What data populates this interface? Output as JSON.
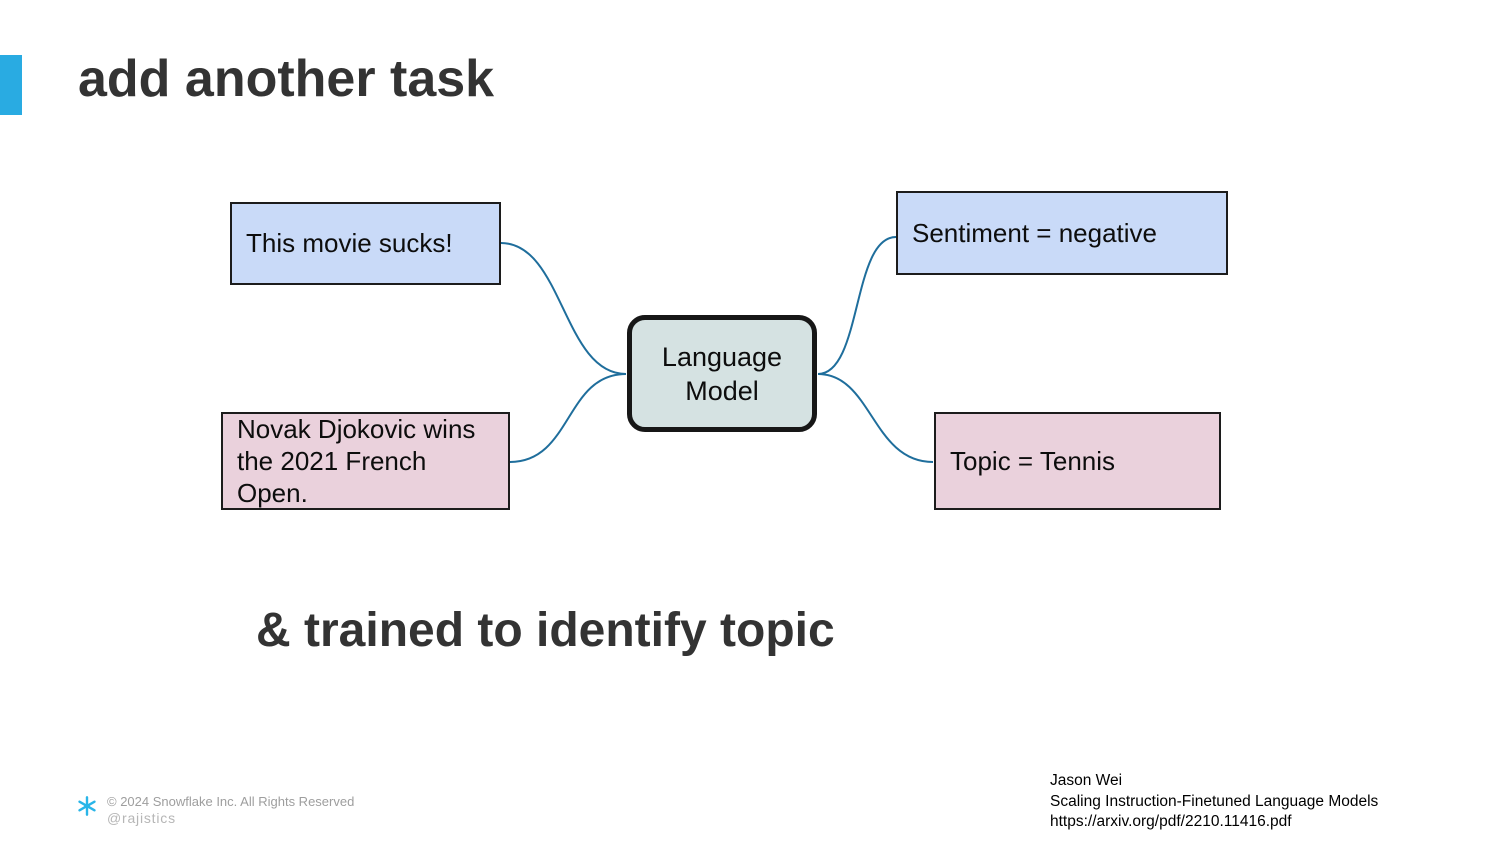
{
  "slide": {
    "title": "add another task",
    "subtitle": "& trained to identify topic",
    "accent_color": "#29abe2",
    "background_color": "#ffffff"
  },
  "diagram": {
    "connector_color": "#1f6e9c",
    "nodes": {
      "input_sentiment": {
        "label": "This movie sucks!",
        "fill": "#c9daf8"
      },
      "input_topic": {
        "label": "Novak Djokovic wins the 2021 French Open.",
        "fill": "#ead1dc"
      },
      "model": {
        "label": "Language Model",
        "fill": "#d5e2e2"
      },
      "output_sentiment": {
        "label": "Sentiment = negative",
        "fill": "#c9daf8"
      },
      "output_topic": {
        "label": "Topic = Tennis",
        "fill": "#ead1dc"
      }
    }
  },
  "footer": {
    "logo_icon": "snowflake-icon",
    "logo_color": "#29b5e8",
    "copyright": "© 2024 Snowflake Inc. All Rights Reserved",
    "handle": "@rajistics",
    "attribution": {
      "author": "Jason Wei",
      "paper": "Scaling Instruction-Finetuned Language Models",
      "url": "https://arxiv.org/pdf/2210.11416.pdf"
    }
  }
}
